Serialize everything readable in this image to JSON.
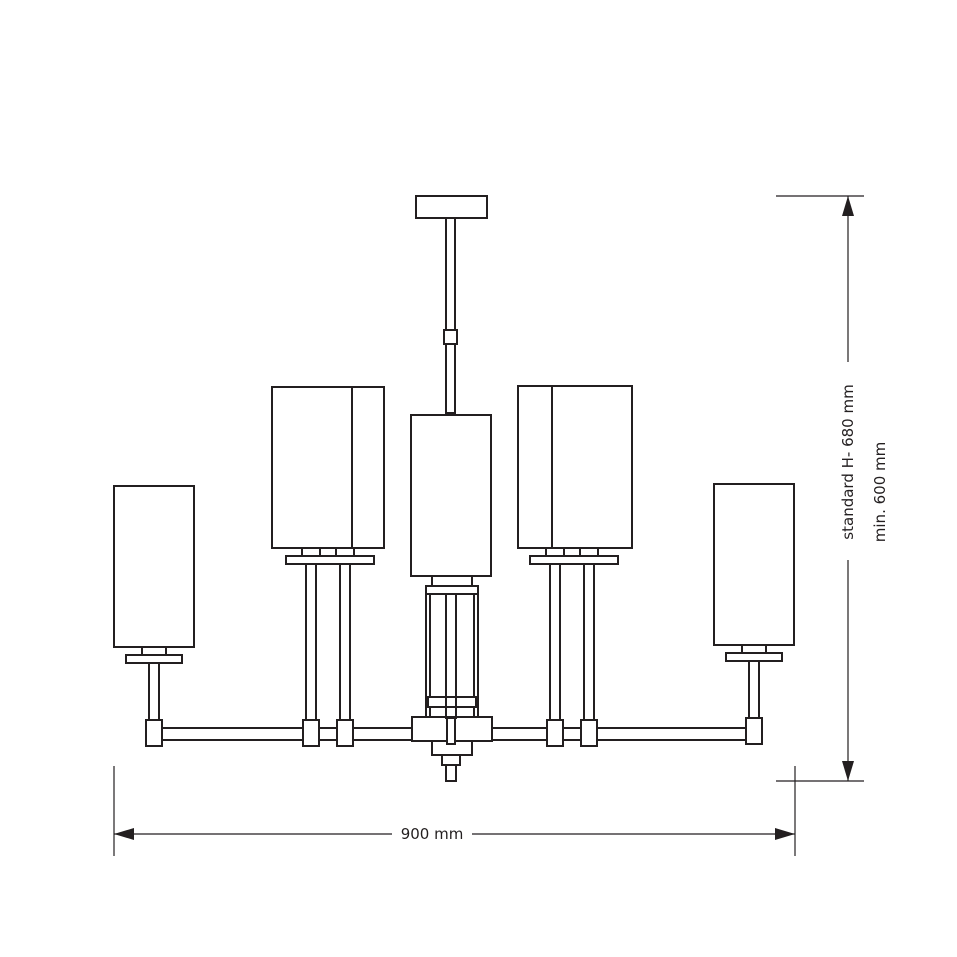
{
  "dimensions": {
    "width_label": "900 mm",
    "height_standard_label": "standard H- 680 mm",
    "height_min_label": "min. 600 mm"
  },
  "product": {
    "arms": 6,
    "lamps": 7
  }
}
